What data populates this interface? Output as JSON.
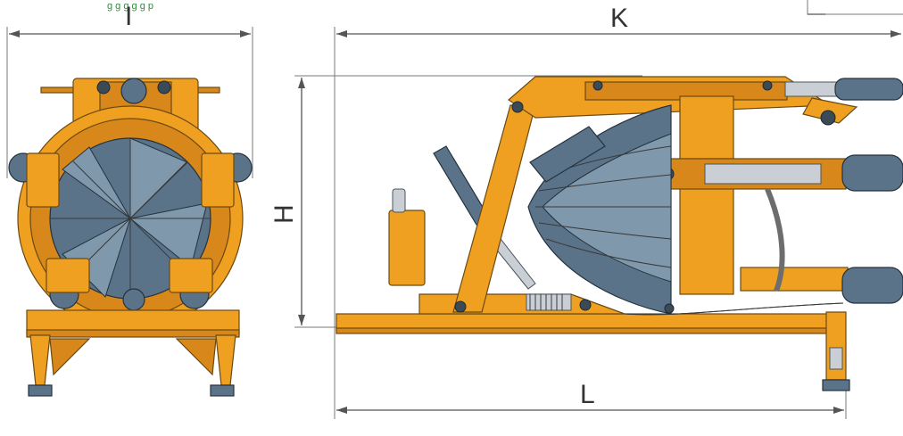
{
  "caption": {
    "text": "g        g        g        g        g           p"
  },
  "dimensions": {
    "I": "I",
    "K": "K",
    "H": "H",
    "L": "L"
  },
  "colors": {
    "machine_body": "#f0a020",
    "blade_steel": "#5a7388",
    "dimension_lines": "#555555",
    "caption_text": "#2e8b3a"
  }
}
